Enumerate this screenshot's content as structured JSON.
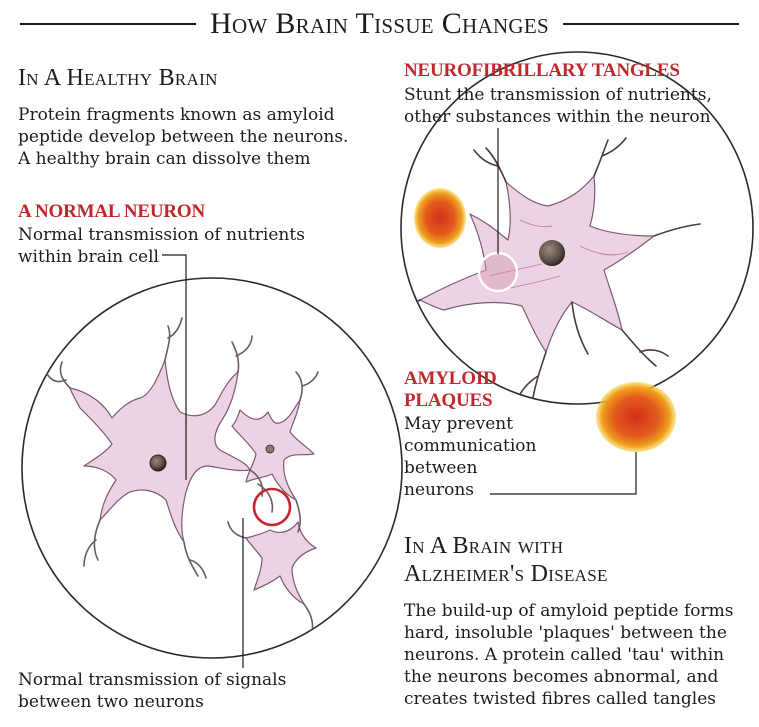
{
  "title": "How Brain Tissue Changes",
  "healthy": {
    "heading": "In A Healthy Brain",
    "lines": [
      "Protein fragments known as amyloid",
      "peptide develop between the neurons.",
      "A healthy brain can dissolve them"
    ]
  },
  "normal_neuron": {
    "heading": "A NORMAL NEURON",
    "lines": [
      "Normal transmission of nutrients",
      "within brain cell"
    ]
  },
  "signals": {
    "lines": [
      "Normal transmission of signals",
      "between two neurons"
    ]
  },
  "tangles": {
    "heading": "NEUROFIBRILLARY TANGLES",
    "lines": [
      "Stunt the transmission of nutrients,",
      "other substances within the neuron"
    ]
  },
  "plaques": {
    "heading_lines": [
      "AMYLOID",
      "PLAQUES"
    ],
    "lines": [
      "May prevent",
      "communication",
      "between",
      "neurons"
    ]
  },
  "alzheimers": {
    "heading_lines": [
      "In A Brain with",
      "Alzheimer's Disease"
    ],
    "lines": [
      "The build-up of amyloid peptide forms",
      "hard, insoluble 'plaques' between the",
      "neurons. A protein called 'tau' within",
      "the neurons becomes abnormal, and",
      "creates twisted fibres called tangles"
    ]
  },
  "colors": {
    "accent_red": "#c1272d",
    "neuron_fill": "#ecd2e2",
    "neuron_stroke": "#7a5a72",
    "plaque_orange": "#e06a1c"
  }
}
